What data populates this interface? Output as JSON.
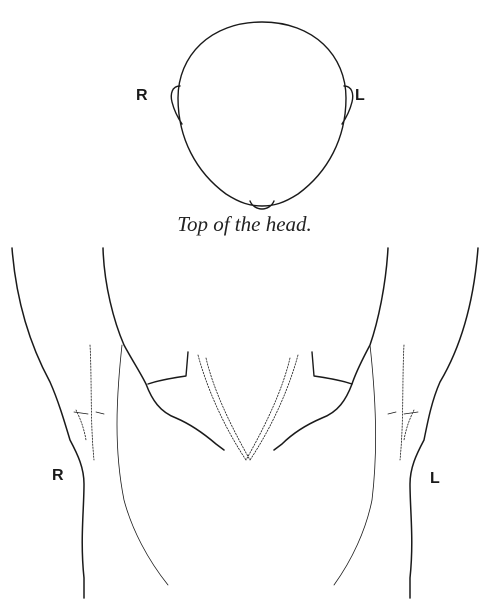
{
  "head": {
    "label_right": "R",
    "label_left": "L",
    "caption": "Top of the head."
  },
  "body": {
    "label_right": "R",
    "label_left": "L"
  },
  "colors": {
    "line": "#1a1a1a",
    "background": "#ffffff"
  }
}
